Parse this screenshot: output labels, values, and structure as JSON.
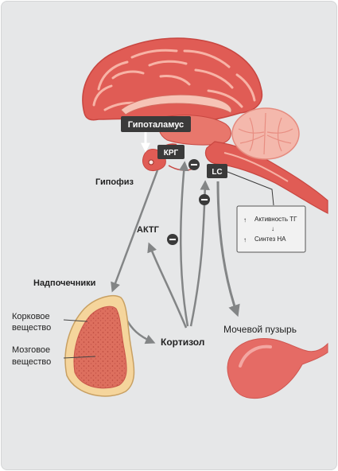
{
  "labels": {
    "hypothalamus": "Гипоталамус",
    "krg": "КРГ",
    "lc": "LC",
    "pituitary": "Гипофиз",
    "actg": "АКТГ",
    "adrenals": "Надпочечники",
    "cortex_line1": "Корковое",
    "cortex_line2": "вещество",
    "medulla_line1": "Мозговое",
    "medulla_line2": "вещество",
    "cortisol": "Кортизол",
    "bladder": "Мочевой пузырь"
  },
  "infobox": {
    "line1": "Активность ТГ",
    "line2": "Синтез НА"
  },
  "colors": {
    "background": "#e6e7e8",
    "brain_red": "#e4615a",
    "arrow_gray": "#838586",
    "tag_dark": "#3a3a3a"
  }
}
